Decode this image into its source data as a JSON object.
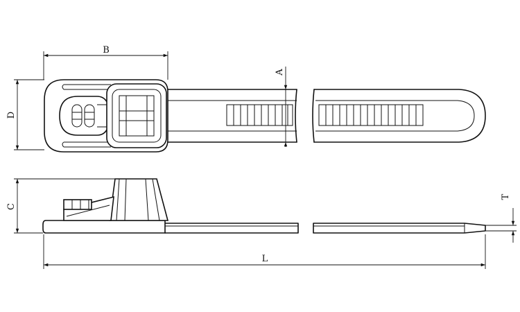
{
  "diagram": {
    "labels": {
      "B": "B",
      "A": "A",
      "D": "D",
      "C": "C",
      "T": "T",
      "L": "L"
    }
  }
}
